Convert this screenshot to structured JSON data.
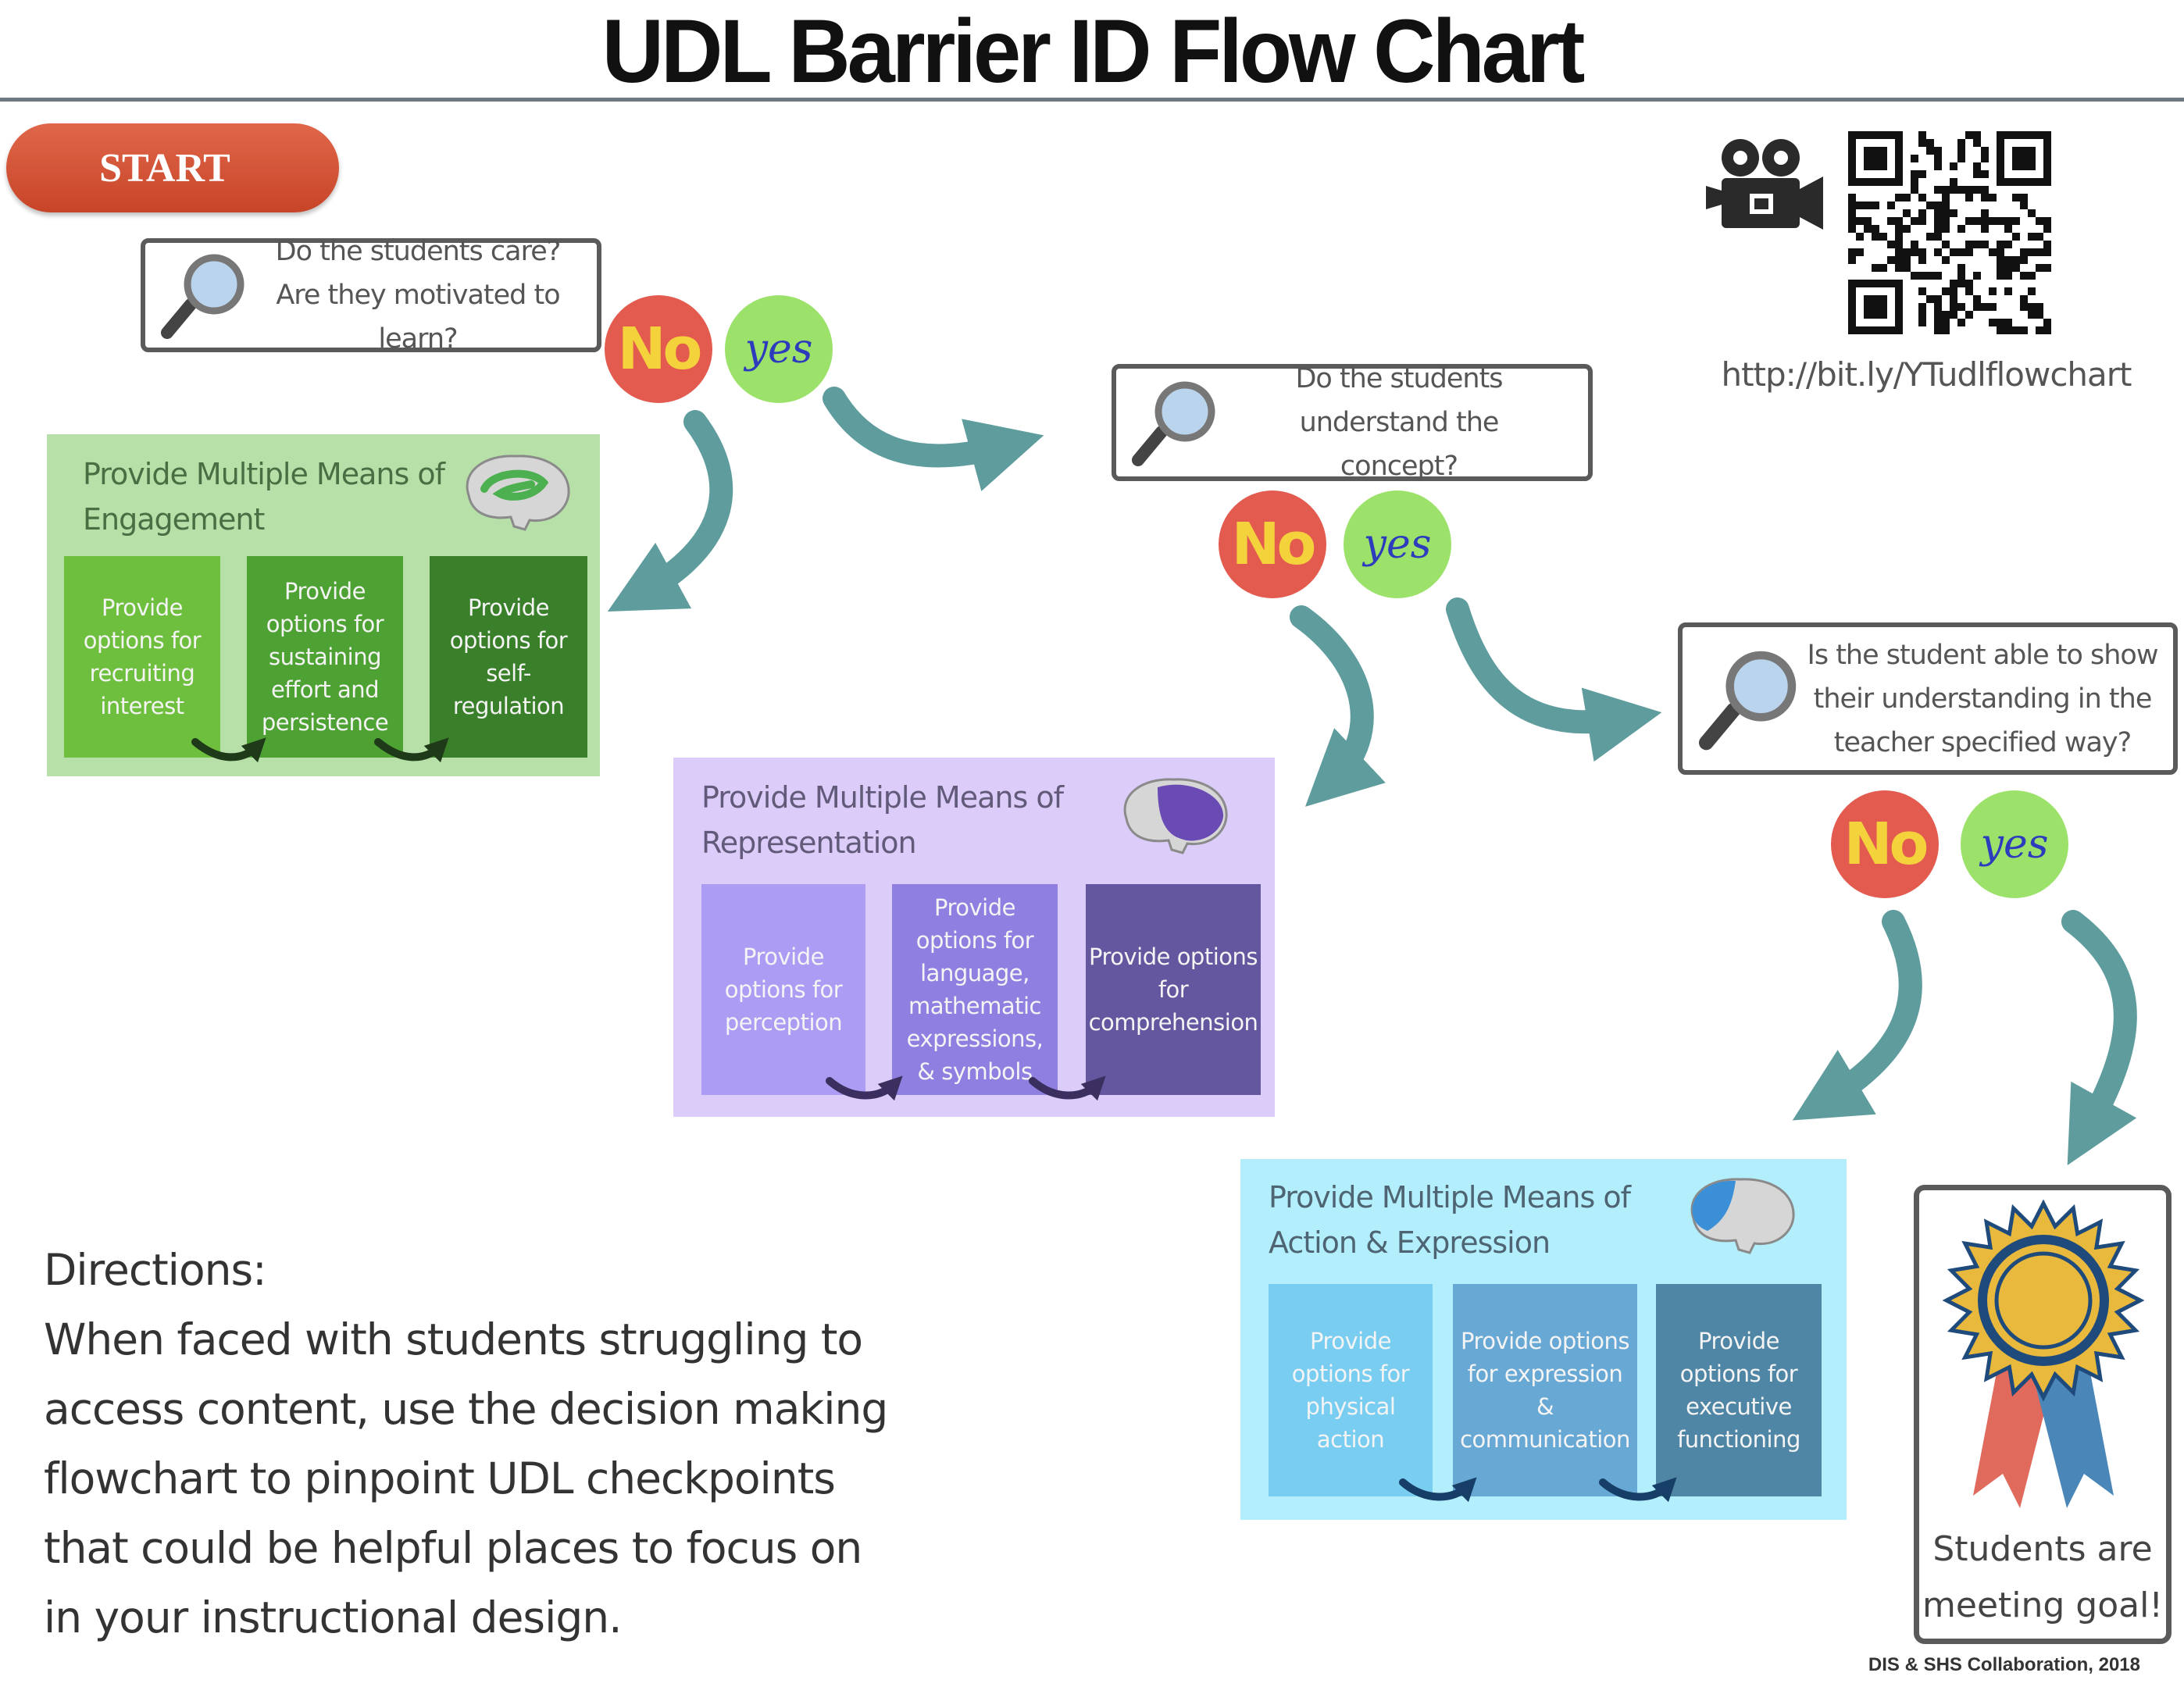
{
  "title": "UDL Barrier ID Flow Chart",
  "start_label": "START",
  "questions": {
    "q1": "Do the students care? Are they motivated to learn?",
    "q2": "Do the students understand the concept?",
    "q3": "Is the student able to show their understanding in the teacher specified way?"
  },
  "answers": {
    "no": "No",
    "yes": "yes"
  },
  "engagement": {
    "title": "Provide Multiple Means of Engagement",
    "cells": [
      "Provide options for recruiting interest",
      "Provide options for sustaining effort and persistence",
      "Provide options for self-regulation"
    ],
    "colors": {
      "bg": "#b6e0a8",
      "c1": "#6fbf3f",
      "c2": "#4ea233",
      "c3": "#3a7f2a",
      "brain": "#4caf50"
    }
  },
  "representation": {
    "title": "Provide Multiple Means of Representation",
    "cells": [
      "Provide options for perception",
      "Provide options for language, mathematic expressions, & symbols",
      "Provide options for comprehension"
    ],
    "colors": {
      "bg": "#dcccfa",
      "c1": "#ad9cf3",
      "c2": "#8f7fe0",
      "c3": "#65579f",
      "brain": "#6a4ab3"
    }
  },
  "action": {
    "title": "Provide Multiple Means of Action & Expression",
    "cells": [
      "Provide options for physical action",
      "Provide options for expression & communication",
      "Provide options for executive functioning"
    ],
    "colors": {
      "bg": "#b2eefb",
      "c1": "#79cdf0",
      "c2": "#68a8d4",
      "c3": "#4f86a5",
      "brain": "#3a8fd6"
    }
  },
  "video_url": "http://bit.ly/YTudlflowchart",
  "goal_text": "Students are meeting goal!",
  "directions": {
    "heading": "Directions:",
    "lines": [
      "When faced with students struggling to",
      "access content, use the decision making",
      "flowchart to  pinpoint UDL checkpoints",
      "that could be helpful places to focus on",
      "in your instructional design."
    ]
  },
  "credit": "DIS & SHS Collaboration, 2018",
  "icons": [
    "magnifier-icon",
    "video-camera-icon",
    "qr-code-icon",
    "brain-icon",
    "award-ribbon-icon",
    "curved-arrow-icon"
  ],
  "arrow_color": "#5f9c9e"
}
